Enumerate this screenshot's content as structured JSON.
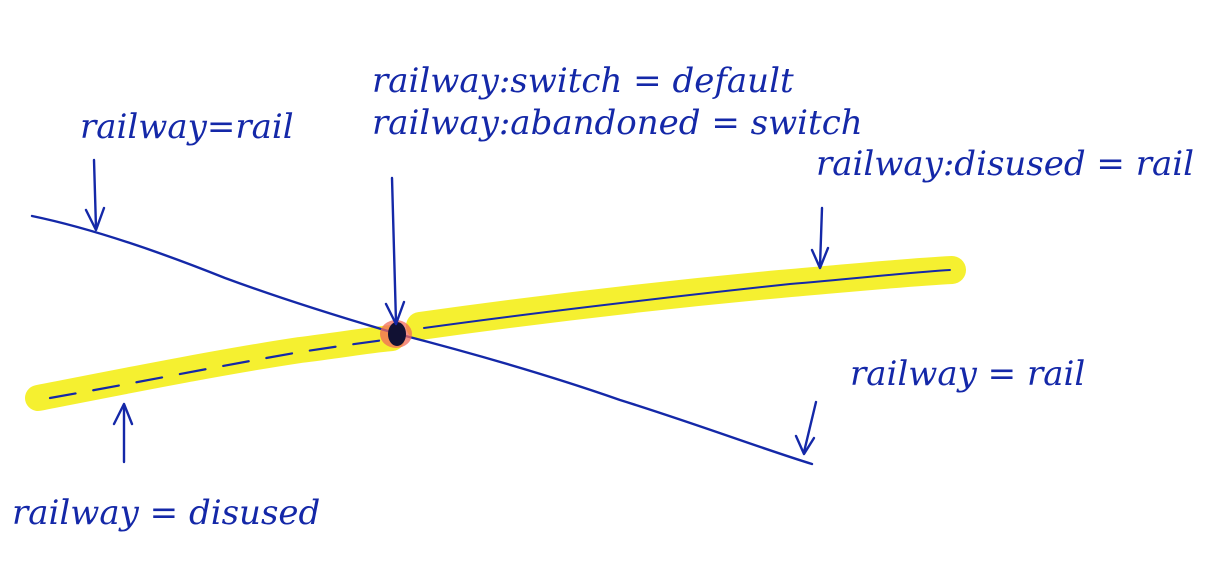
{
  "labels": {
    "rail_left": "railway=rail",
    "switch_line1": "railway:switch = default",
    "switch_line2": "railway:abandoned = switch",
    "disused_rail_right": "railway:disused = rail",
    "rail_right": "railway = rail",
    "disused_left": "railway = disused"
  },
  "colors": {
    "ink": "#1428a8",
    "highlight": "#f4ee1a",
    "node_glow": "#f06a5a",
    "node": "#111133"
  }
}
